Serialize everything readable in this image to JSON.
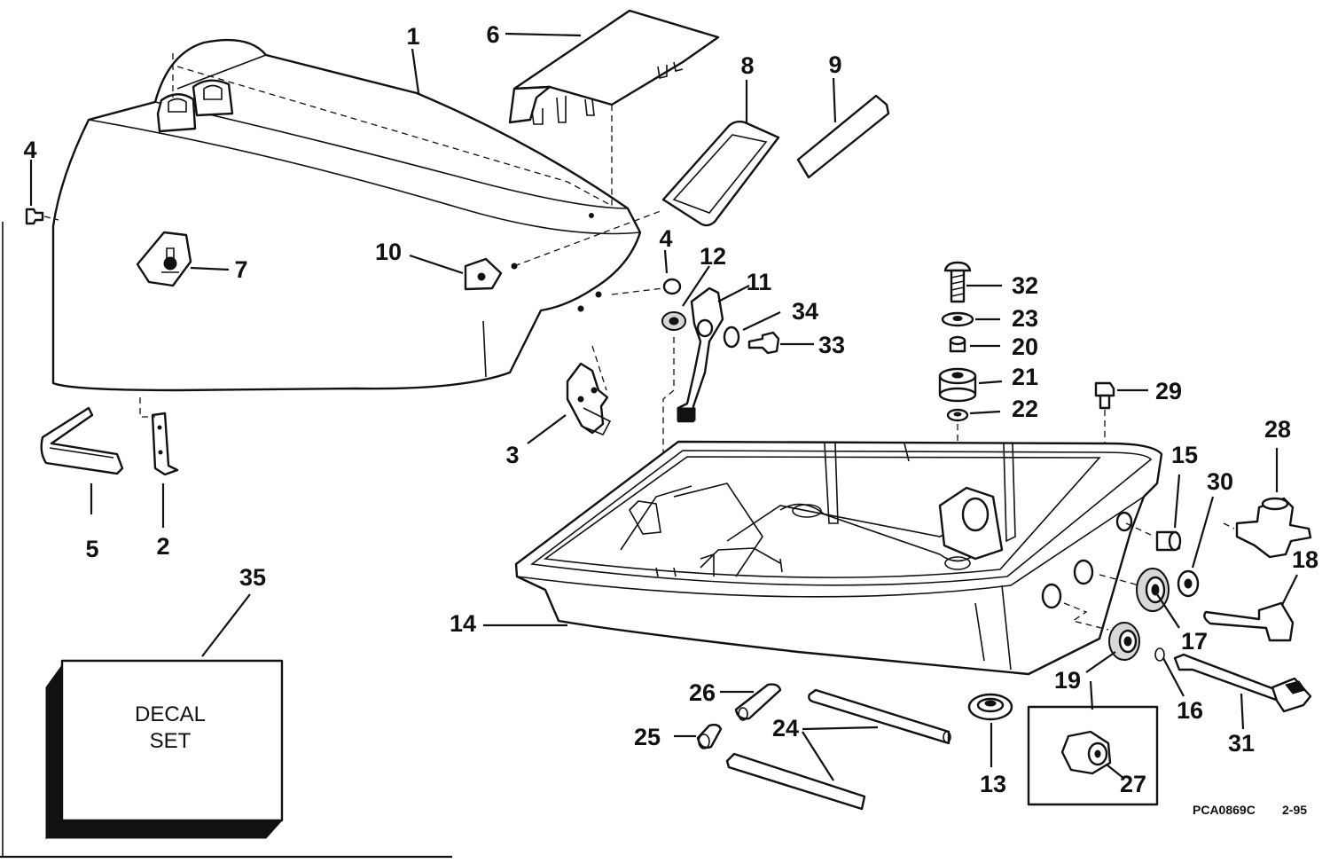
{
  "part_labels": [
    {
      "id": "1",
      "text": "1"
    },
    {
      "id": "2",
      "text": "2"
    },
    {
      "id": "3",
      "text": "3"
    },
    {
      "id": "4a",
      "text": "4"
    },
    {
      "id": "4b",
      "text": "4"
    },
    {
      "id": "5",
      "text": "5"
    },
    {
      "id": "6",
      "text": "6"
    },
    {
      "id": "7",
      "text": "7"
    },
    {
      "id": "8",
      "text": "8"
    },
    {
      "id": "9",
      "text": "9"
    },
    {
      "id": "10",
      "text": "10"
    },
    {
      "id": "11",
      "text": "11"
    },
    {
      "id": "12",
      "text": "12"
    },
    {
      "id": "13",
      "text": "13"
    },
    {
      "id": "14",
      "text": "14"
    },
    {
      "id": "15",
      "text": "15"
    },
    {
      "id": "16",
      "text": "16"
    },
    {
      "id": "17",
      "text": "17"
    },
    {
      "id": "18",
      "text": "18"
    },
    {
      "id": "19",
      "text": "19"
    },
    {
      "id": "20",
      "text": "20"
    },
    {
      "id": "21",
      "text": "21"
    },
    {
      "id": "22",
      "text": "22"
    },
    {
      "id": "23",
      "text": "23"
    },
    {
      "id": "24",
      "text": "24"
    },
    {
      "id": "25",
      "text": "25"
    },
    {
      "id": "26",
      "text": "26"
    },
    {
      "id": "27",
      "text": "27"
    },
    {
      "id": "28",
      "text": "28"
    },
    {
      "id": "29",
      "text": "29"
    },
    {
      "id": "30",
      "text": "30"
    },
    {
      "id": "31",
      "text": "31"
    },
    {
      "id": "32",
      "text": "32"
    },
    {
      "id": "33",
      "text": "33"
    },
    {
      "id": "34",
      "text": "34"
    },
    {
      "id": "35",
      "text": "35"
    }
  ],
  "decal_box": {
    "line1": "DECAL",
    "line2": "SET"
  },
  "drawing_code": "PCA0869C",
  "drawing_date": "2-95"
}
